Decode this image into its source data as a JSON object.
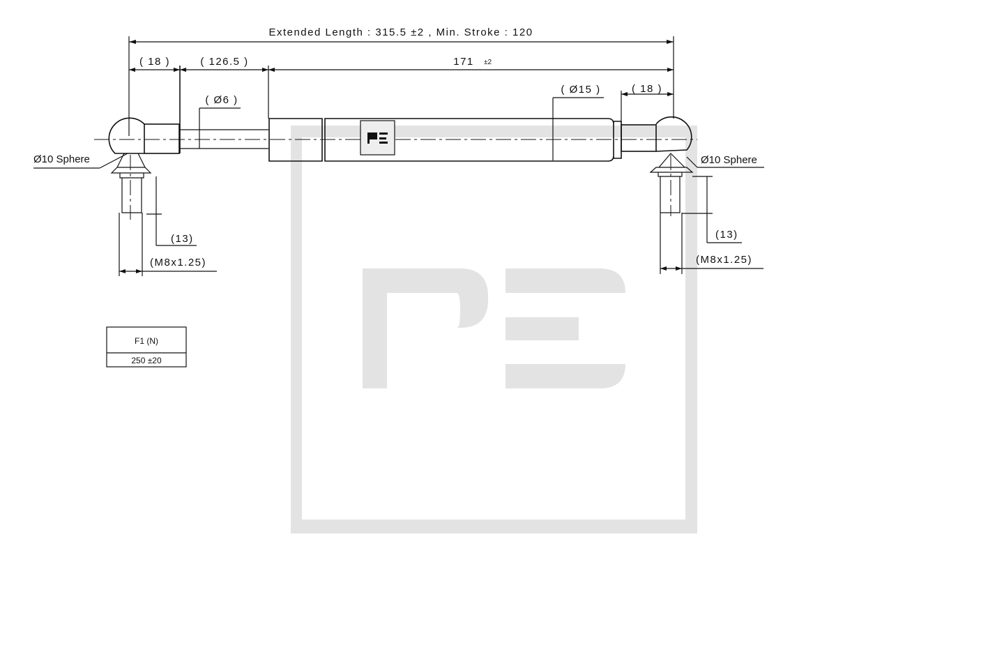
{
  "title_dimension": "Extended Length : 315.5 ±2 ,  Min. Stroke : 120",
  "dimensions": {
    "left_eye_length": "( 18 )",
    "rod_length": "( 126.5 )",
    "body_length": "171",
    "body_tolerance": "±2",
    "rod_diameter": "( Ø6 )",
    "body_diameter": "( Ø15 )",
    "right_eye_length": "( 18 )",
    "left_thread_length": "(13)",
    "right_thread_length": "(13)",
    "left_thread": "(M8x1.25)",
    "right_thread": "(M8x1.25)"
  },
  "labels": {
    "left_sphere": "Ø10 Sphere",
    "right_sphere": "Ø10 Sphere"
  },
  "force_table": {
    "header": "F1 (N)",
    "value": "250 ±20"
  },
  "watermark": {
    "brand": "PE",
    "color": "#e3e3e3"
  }
}
